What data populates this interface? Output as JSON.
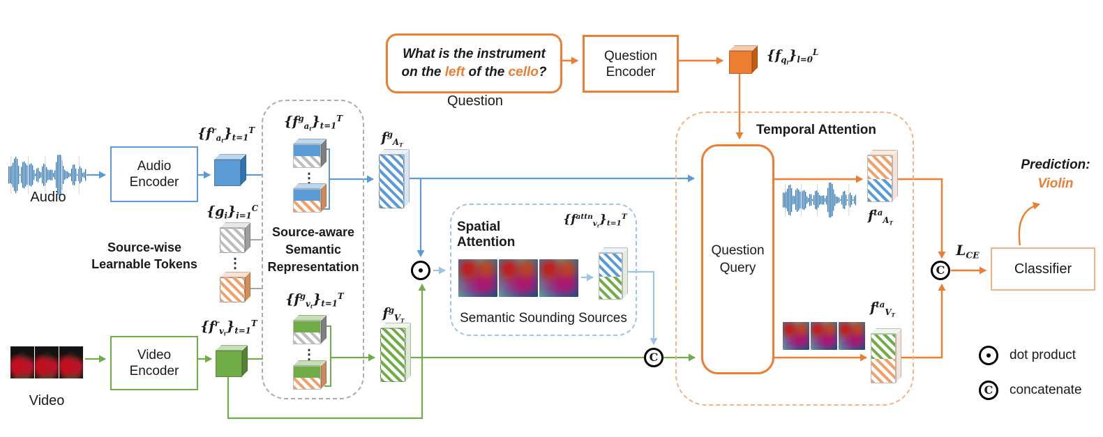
{
  "palette": {
    "blue": "#5b9bd5",
    "blue_dark": "#2e75b6",
    "green": "#70ad47",
    "orange": "#ed7d31",
    "orange_light": "#f4b183",
    "gray": "#a6a6a6"
  },
  "inputs": {
    "audio_label": "Audio",
    "video_label": "Video",
    "question_label": "Question",
    "question_line1": "What is the instrument",
    "q2_pre": "on the ",
    "q2_hl1": "left",
    "q2_mid": " of the ",
    "q2_hl2": "cello",
    "q2_end": "?"
  },
  "encoders": {
    "audio": "Audio Encoder",
    "video": "Video Encoder",
    "question": "Question Encoder"
  },
  "tokens": {
    "source_wise_line1": "Source-wise",
    "source_wise_line2": "Learnable Tokens",
    "semantic_line1": "Source-aware",
    "semantic_line2": "Semantic",
    "semantic_line3": "Representation"
  },
  "math": {
    "audio_raw": "{f^(r)_(a_t)}_(t=1)^(T)",
    "learnable": "{g_i}_(i=1)^(C)",
    "audio_sem": "{f^(g)_(a_t)}_(t=1)^(T)",
    "audio_agg": "f^(g)_(A_T)",
    "video_sem": "{f^(g)_(v_t)}_(t=1)^(T)",
    "video_agg": "f^(g)_(V_T)",
    "video_raw": "{f^(r)_(v_t)}_(t=1)^(T)",
    "question_feat": "{f_(q_l)}_(l=0)^(L)",
    "spatial_feat": "{f^(attn)_(v_t)}_(t=1)^(T)",
    "audio_ta": "f^(ta)_(A_T)",
    "video_ta": "f^(ta)_(V_T)",
    "loss": "L_(CE)"
  },
  "spatial": {
    "title": "Spatial Attention",
    "caption": "Semantic Sounding Sources"
  },
  "temporal": {
    "title": "Temporal Attention",
    "query_line1": "Question",
    "query_line2": "Query"
  },
  "output": {
    "classifier": "Classifier",
    "prediction_label": "Prediction:",
    "prediction_value": "Violin"
  },
  "legend": {
    "dot_label": "dot product",
    "concat_label": "concatenate",
    "concat_symbol": "C"
  }
}
